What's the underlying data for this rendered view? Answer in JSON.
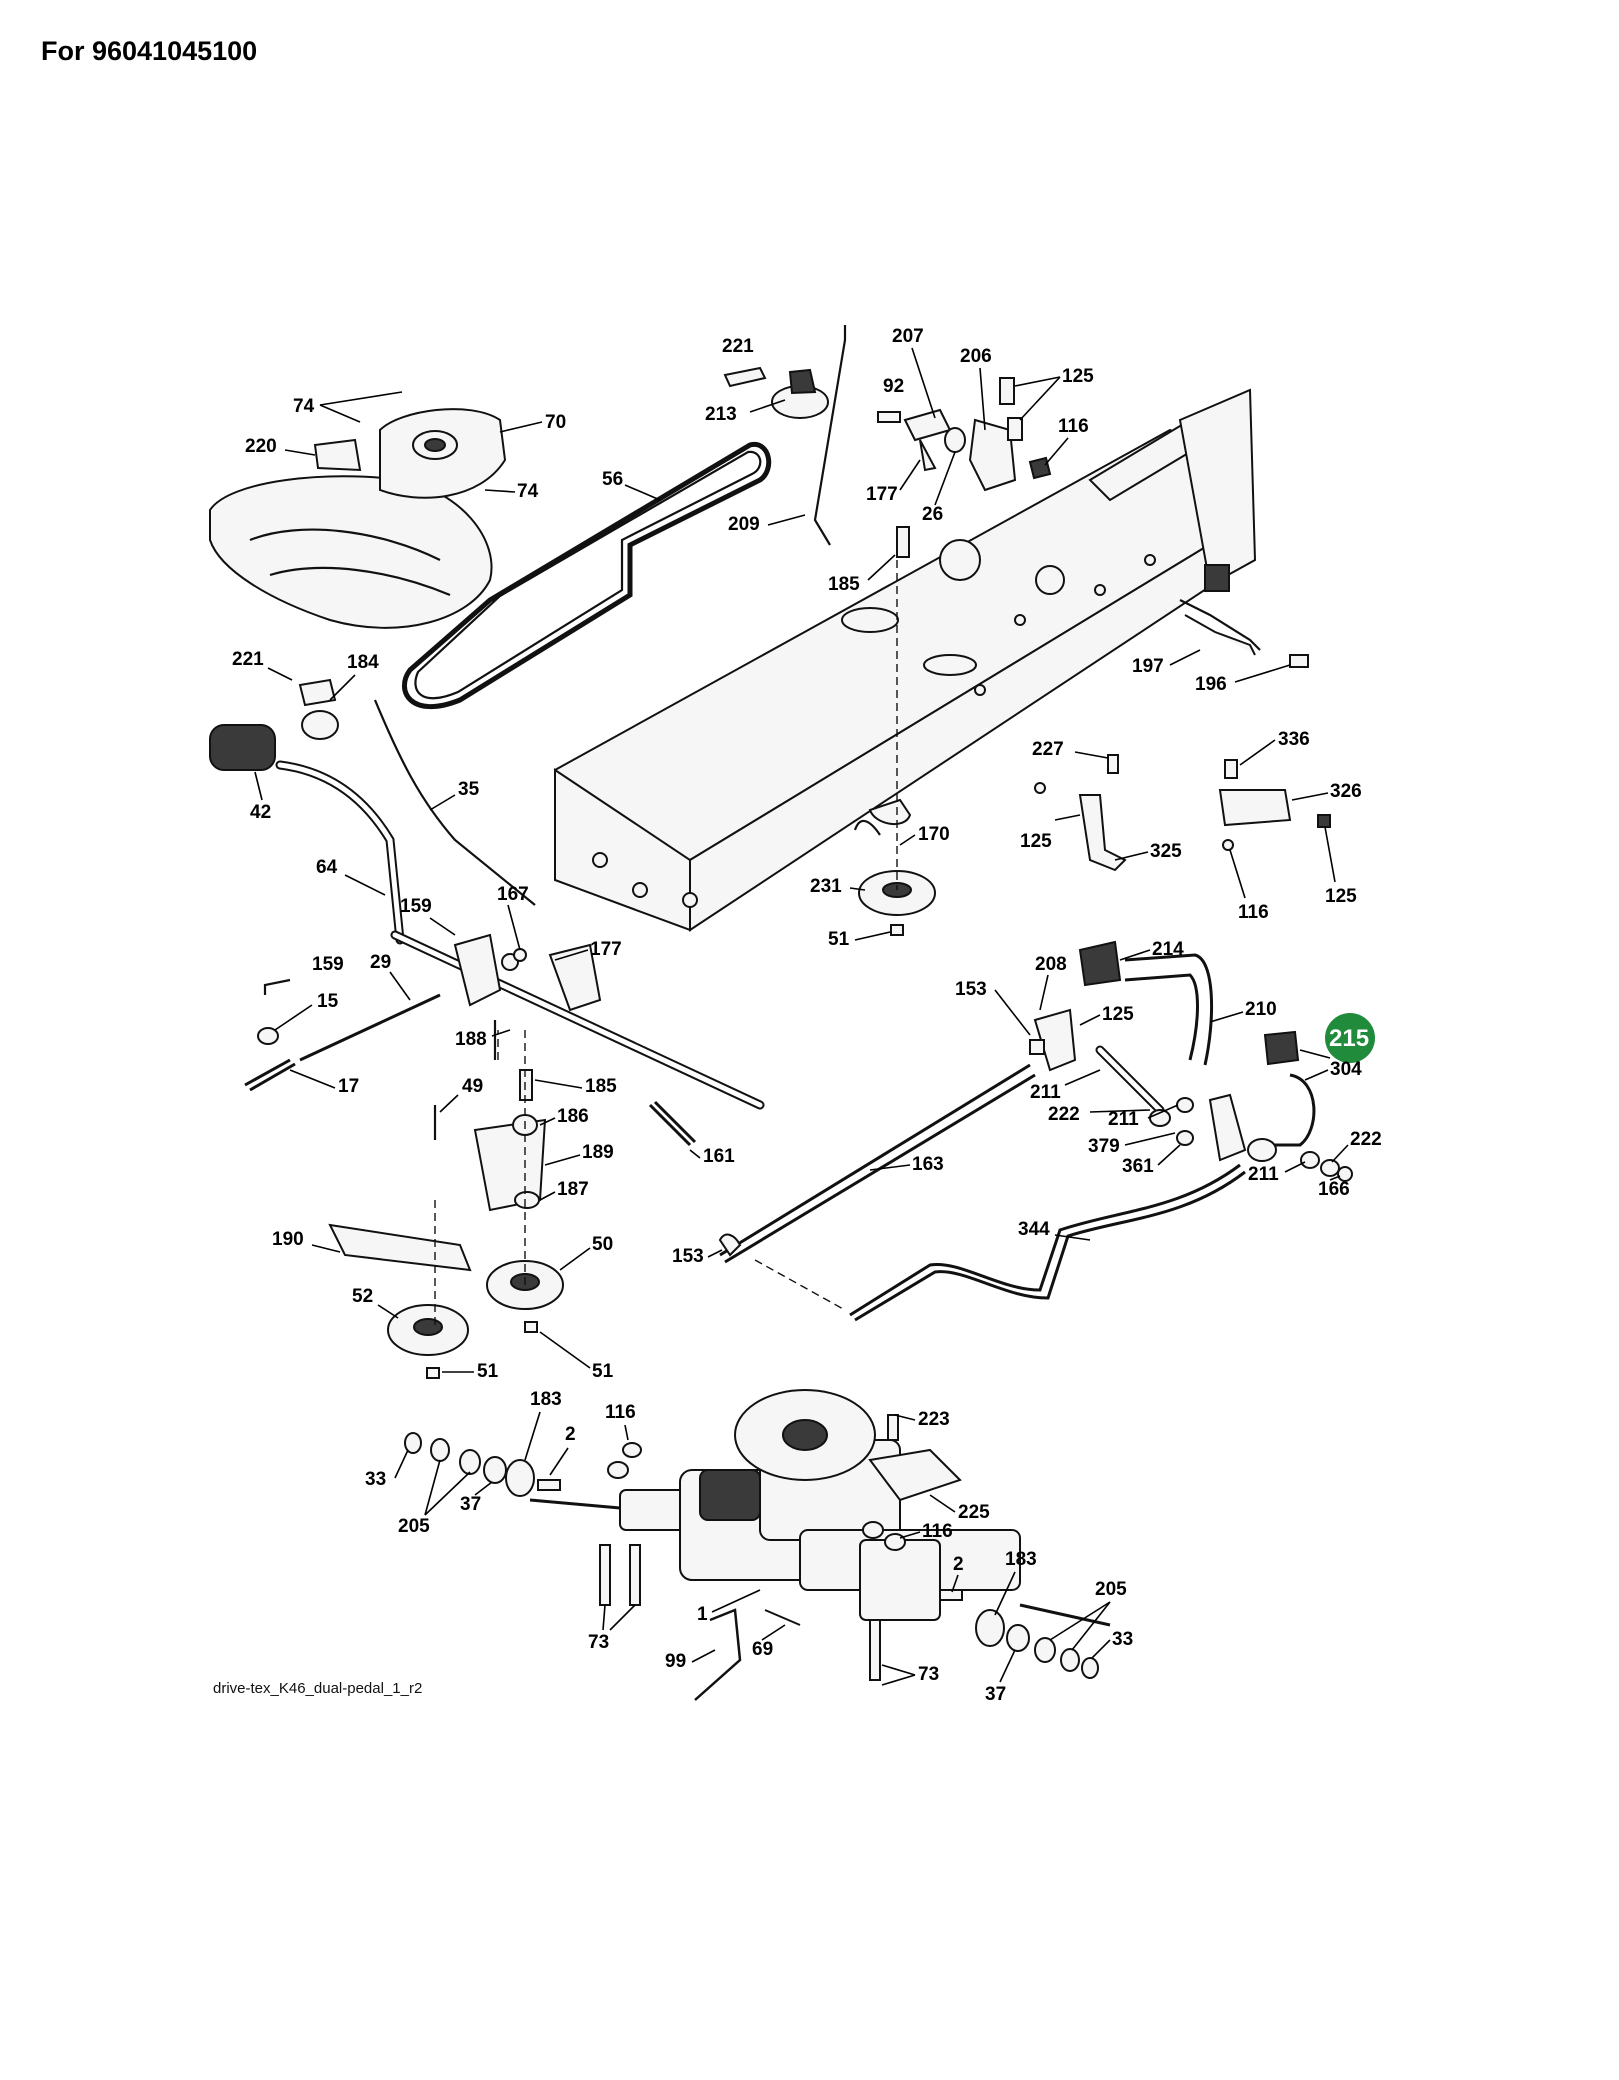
{
  "page": {
    "title": "For 96041045100"
  },
  "diagram": {
    "caption": "drive-tex_K46_dual-pedal_1_r2",
    "highlighted_part": "215",
    "highlight_color": "#1f8b3b",
    "callouts": [
      "221",
      "213",
      "207",
      "206",
      "125",
      "92",
      "116",
      "74",
      "70",
      "220",
      "56",
      "177",
      "26",
      "209",
      "185",
      "197",
      "196",
      "221",
      "184",
      "42",
      "35",
      "64",
      "159",
      "167",
      "177",
      "227",
      "336",
      "326",
      "125",
      "325",
      "125",
      "116",
      "170",
      "231",
      "51",
      "159",
      "15",
      "29",
      "188",
      "17",
      "49",
      "185",
      "186",
      "189",
      "161",
      "187",
      "190",
      "50",
      "52",
      "51",
      "51",
      "208",
      "214",
      "153",
      "210",
      "125",
      "215",
      "304",
      "211",
      "222",
      "211",
      "222",
      "379",
      "361",
      "211",
      "166",
      "163",
      "344",
      "153",
      "183",
      "116",
      "223",
      "2",
      "33",
      "205",
      "37",
      "225",
      "116",
      "2",
      "183",
      "205",
      "33",
      "1",
      "73",
      "69",
      "99",
      "73",
      "37"
    ]
  }
}
